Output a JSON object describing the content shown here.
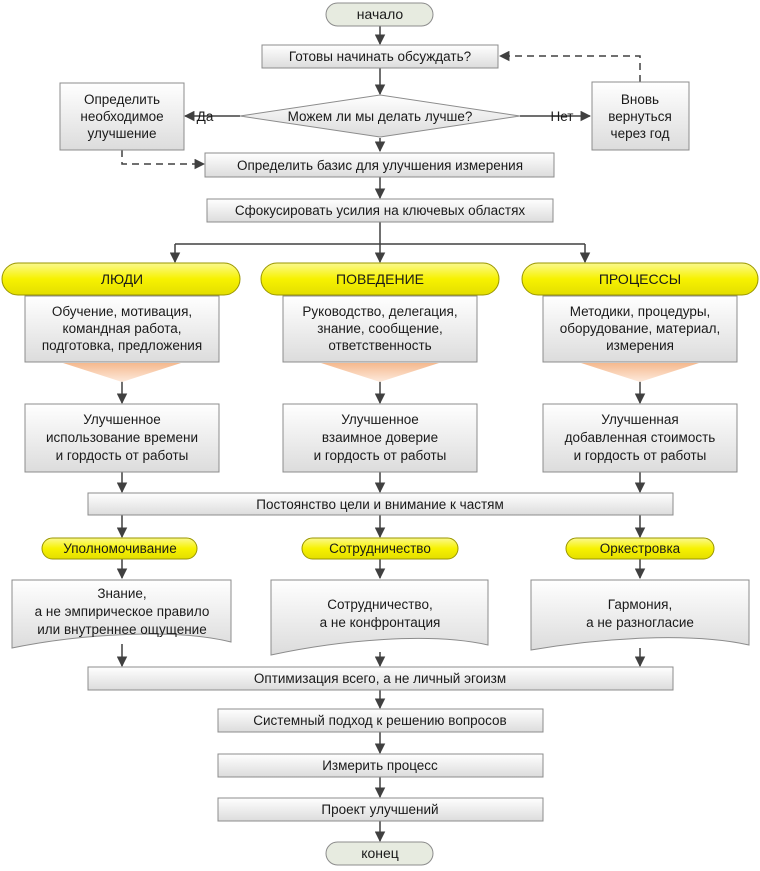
{
  "start": "начало",
  "end": "конец",
  "ready": "Готовы начинать обсуждать?",
  "decision": {
    "question": "Можем ли мы делать лучше?",
    "yes_label": "Да",
    "no_label": "Нет"
  },
  "yes_box": [
    "Определить",
    "необходимое",
    "улучшение"
  ],
  "no_box": [
    "Вновь",
    "вернуться",
    "через год"
  ],
  "basis": "Определить базис для улучшения измерения",
  "focus": "Сфокусировать усилия на ключевых областях",
  "columns": [
    {
      "header": "ЛЮДИ",
      "factors": [
        "Обучение, мотивация,",
        "командная работа,",
        "подготовка, предложения"
      ],
      "result": [
        "Улучшенное",
        "использование времени",
        "и гордость от работы"
      ],
      "tag": "Уполномочивание",
      "doc": [
        "Знание,",
        "а не эмпирическое правило",
        "или внутреннее ощущение"
      ]
    },
    {
      "header": "ПОВЕДЕНИЕ",
      "factors": [
        "Руководство, делегация,",
        "знание, сообщение,",
        "ответственность"
      ],
      "result": [
        "Улучшенное",
        "взаимное доверие",
        "и гордость от работы"
      ],
      "tag": "Сотрудничество",
      "doc": [
        "Сотрудничество,",
        "а не конфронтация"
      ]
    },
    {
      "header": "ПРОЦЕССЫ",
      "factors": [
        "Методики, процедуры,",
        "оборудование, материал,",
        "измерения"
      ],
      "result": [
        "Улучшенная",
        "добавленная стоимость",
        "и гордость от работы"
      ],
      "tag": "Оркестровка",
      "doc": [
        "Гармония,",
        "а не разногласие"
      ]
    }
  ],
  "constancy": "Постоянство цели и внимание к частям",
  "optimization": "Оптимизация всего, а не личный эгоизм",
  "system": "Системный подход к решению вопросов",
  "measure": "Измерить процесс",
  "project": "Проект улучшений",
  "colors": {
    "yellow": "#f7f200",
    "box_top": "#ffffff",
    "box_bottom": "#dcdcdc",
    "border": "#8c8c8c",
    "triangle": "#f7c8a6",
    "pill": "#e7ebe0",
    "arrow": "#404040"
  }
}
